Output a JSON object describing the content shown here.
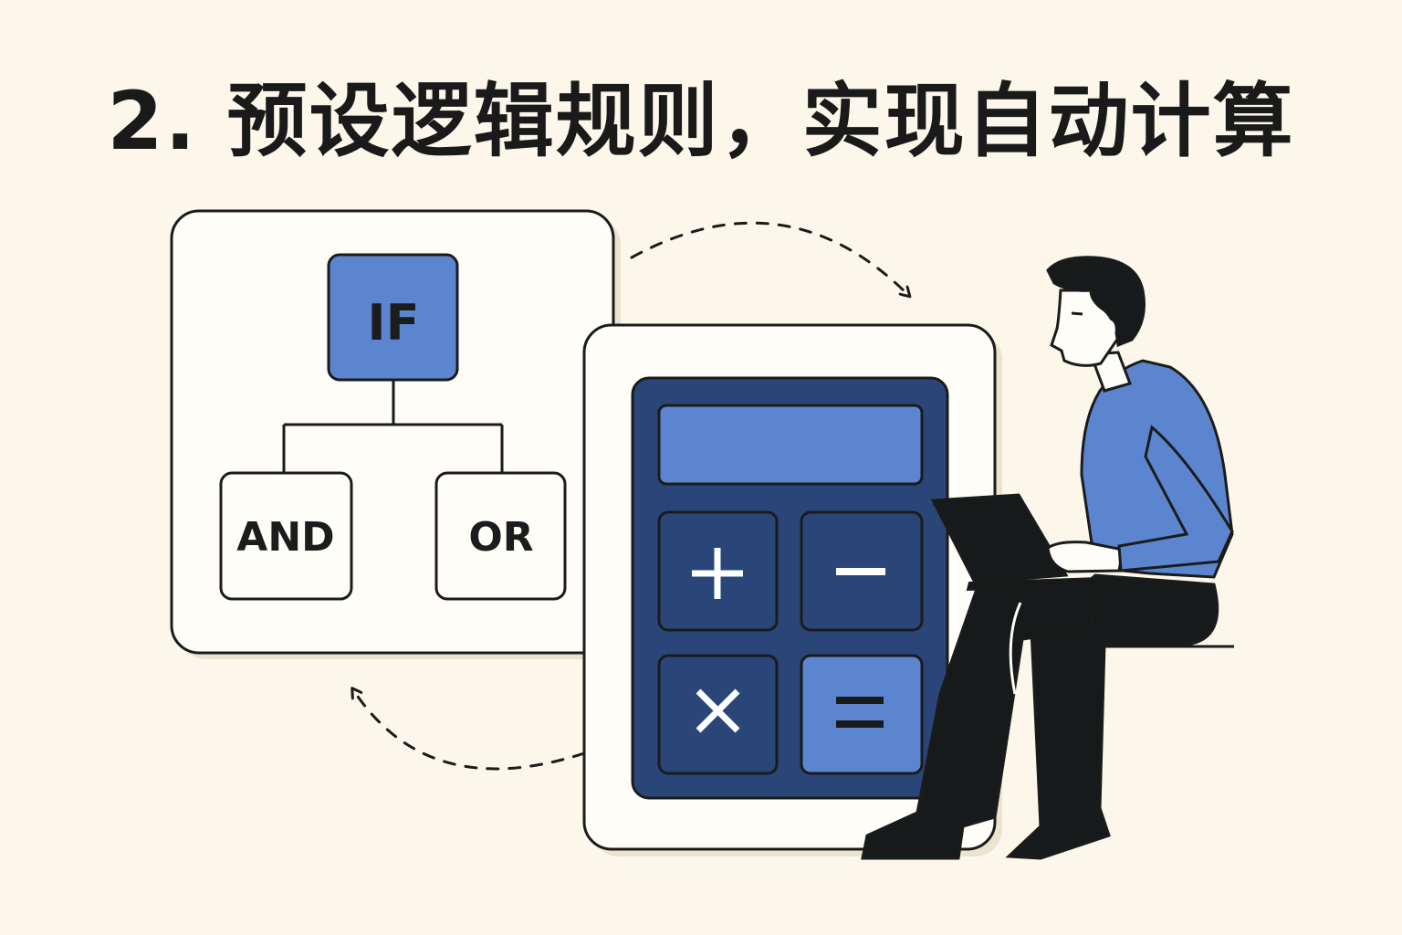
{
  "title": "2. 预设逻辑规则，实现自动计算",
  "logic_tree": {
    "root": "IF",
    "children": [
      "AND",
      "OR"
    ]
  },
  "calculator": {
    "keys": [
      "+",
      "−",
      "×",
      "="
    ]
  },
  "colors": {
    "background": "#fcf7ea",
    "accent_blue": "#5b86cf",
    "navy": "#2a4678",
    "ink": "#1b1b1b",
    "card": "#fffdf7"
  }
}
